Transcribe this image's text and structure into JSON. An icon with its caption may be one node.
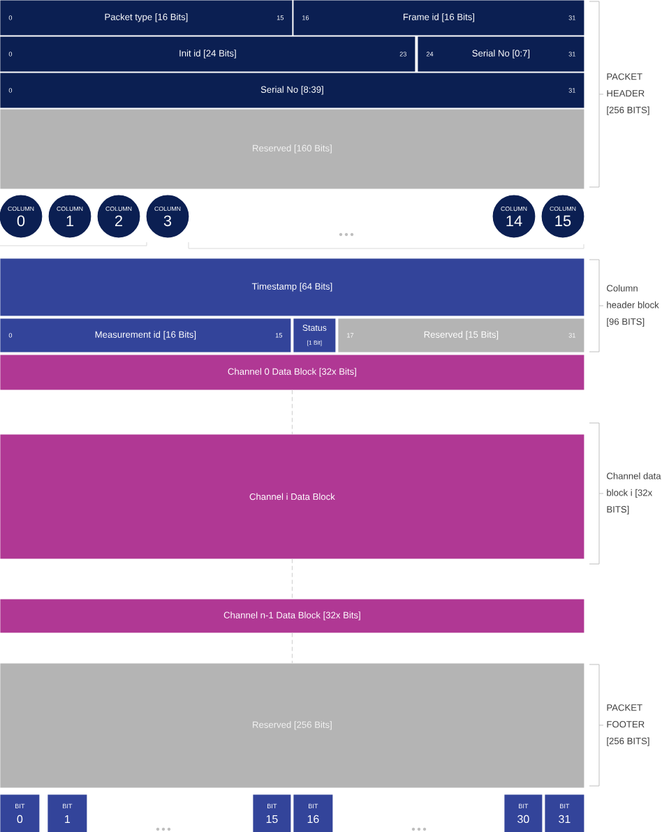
{
  "diagram": {
    "nodes": [
      {
        "text": [
          "0",
          "Packet type [16 Bits]",
          "15"
        ]
      },
      {
        "text": [
          "16",
          "Frame id [16 Bits]",
          "31"
        ]
      },
      {
        "text": [
          "0",
          "Init id [24 Bits]",
          "23"
        ]
      },
      {
        "text": [
          "24",
          "Serial No [0:7]",
          "31"
        ]
      },
      {
        "text": [
          "0",
          "Serial No [8:39]",
          "31"
        ]
      },
      {
        "text": [
          "Reserved [160 Bits]"
        ]
      },
      {
        "text": [
          "COLUMN",
          "0"
        ]
      },
      {
        "text": [
          "COLUMN",
          "1"
        ]
      },
      {
        "text": [
          "COLUMN",
          "2"
        ]
      },
      {
        "text": [
          "COLUMN",
          "3"
        ]
      },
      {
        "text": [
          "COLUMN",
          "14"
        ]
      },
      {
        "text": [
          "COLUMN",
          "15"
        ]
      },
      {
        "text": [
          "Timestamp [64 Bits]"
        ]
      },
      {
        "text": [
          "0",
          "Measurement id [16 Bits]",
          "15"
        ]
      },
      {
        "text": [
          "Status",
          "[1 Bit]"
        ]
      },
      {
        "text": [
          "17",
          "Reserved [15 Bits]",
          "31"
        ]
      },
      {
        "text": [
          "Channel 0 Data Block [32x Bits]"
        ]
      },
      {
        "text": [
          "Channel i Data Block"
        ]
      },
      {
        "text": [
          "Channel n-1 Data Block [32x Bits]"
        ]
      },
      {
        "text": [
          "Reserved [256 Bits]"
        ]
      },
      {
        "text": [
          "BIT",
          "0"
        ]
      },
      {
        "text": [
          "BIT",
          "1"
        ]
      },
      {
        "text": [
          "BIT",
          "15"
        ]
      },
      {
        "text": [
          "BIT",
          "16"
        ]
      },
      {
        "text": [
          "BIT",
          "30"
        ]
      },
      {
        "text": [
          "BIT",
          "31"
        ]
      }
    ],
    "edges": [
      {
        "from": 16,
        "to": 17,
        "arrow": "none",
        "style": "dashed"
      },
      {
        "from": 17,
        "to": 18,
        "arrow": "none",
        "style": "dashed"
      },
      {
        "from": 18,
        "to": 19,
        "arrow": "none",
        "style": "dashed"
      }
    ],
    "labels": [
      "PACKET HEADER [256 BITS]",
      "Column header block [96 BITS]",
      "Channel data block i [32x BITS]",
      "PACKET FOOTER [256 BITS]"
    ]
  }
}
